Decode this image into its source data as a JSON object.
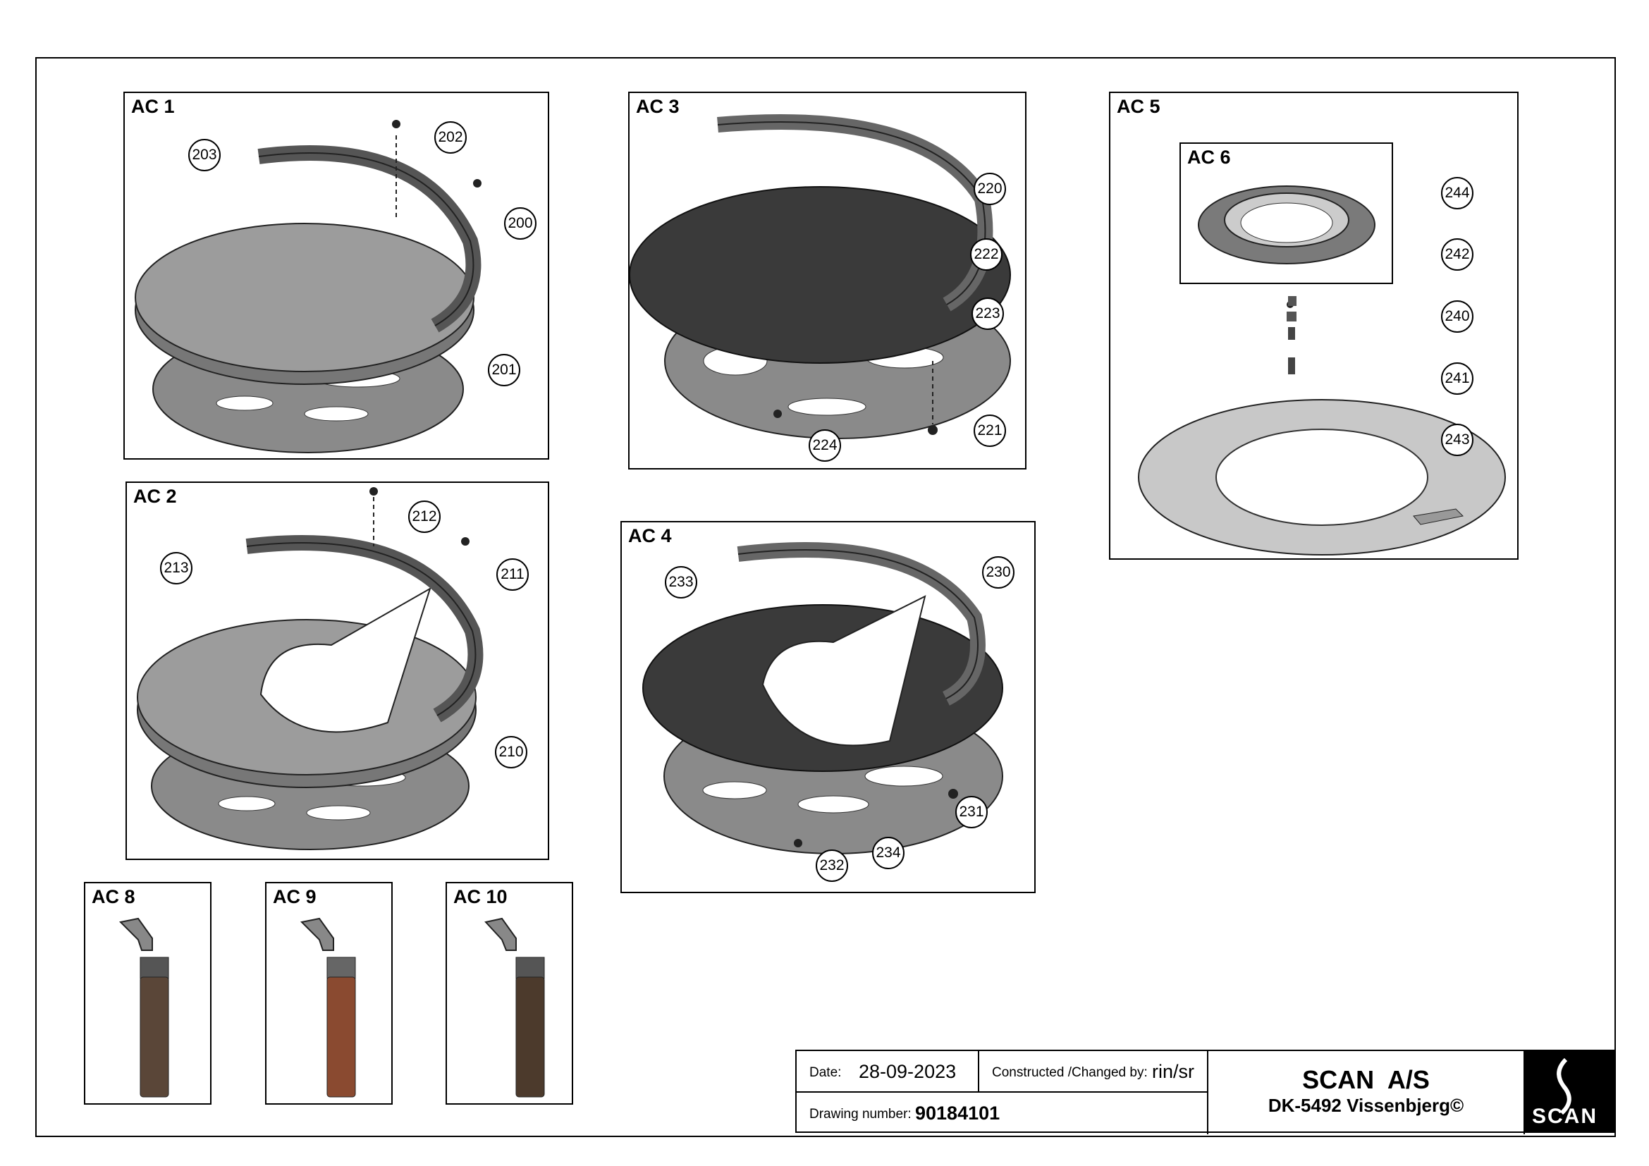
{
  "panels": [
    {
      "id": "AC1",
      "label": "AC 1",
      "callouts": [
        "203",
        "202",
        "200",
        "201"
      ]
    },
    {
      "id": "AC2",
      "label": "AC 2",
      "callouts": [
        "212",
        "213",
        "211",
        "210"
      ]
    },
    {
      "id": "AC3",
      "label": "AC 3",
      "callouts": [
        "220",
        "222",
        "223",
        "221",
        "224"
      ]
    },
    {
      "id": "AC4",
      "label": "AC 4",
      "callouts": [
        "233",
        "230",
        "231",
        "234",
        "232"
      ]
    },
    {
      "id": "AC5",
      "label": "AC 5",
      "callouts": [
        "240",
        "241",
        "243"
      ]
    },
    {
      "id": "AC6",
      "label": "AC 6",
      "callouts": [
        "244",
        "242"
      ]
    },
    {
      "id": "AC8",
      "label": "AC 8",
      "callouts": []
    },
    {
      "id": "AC9",
      "label": "AC 9",
      "callouts": []
    },
    {
      "id": "AC10",
      "label": "AC 10",
      "callouts": []
    }
  ],
  "title_block": {
    "date_label": "Date:",
    "date_value": "28-09-2023",
    "constructed_label": "Constructed /Changed by:",
    "constructed_value": "rin/sr",
    "drawing_number_label": "Drawing number:",
    "drawing_number_value": "90184101",
    "company": "SCAN  A/S",
    "address": "DK-5492 Vissenbjerg©",
    "logo_text": "SCAN"
  },
  "colors": {
    "light_gray": "#8f8f8f",
    "mid_gray": "#777777",
    "dark_plate": "#3a3a3a",
    "wood": "#6b4a36"
  }
}
